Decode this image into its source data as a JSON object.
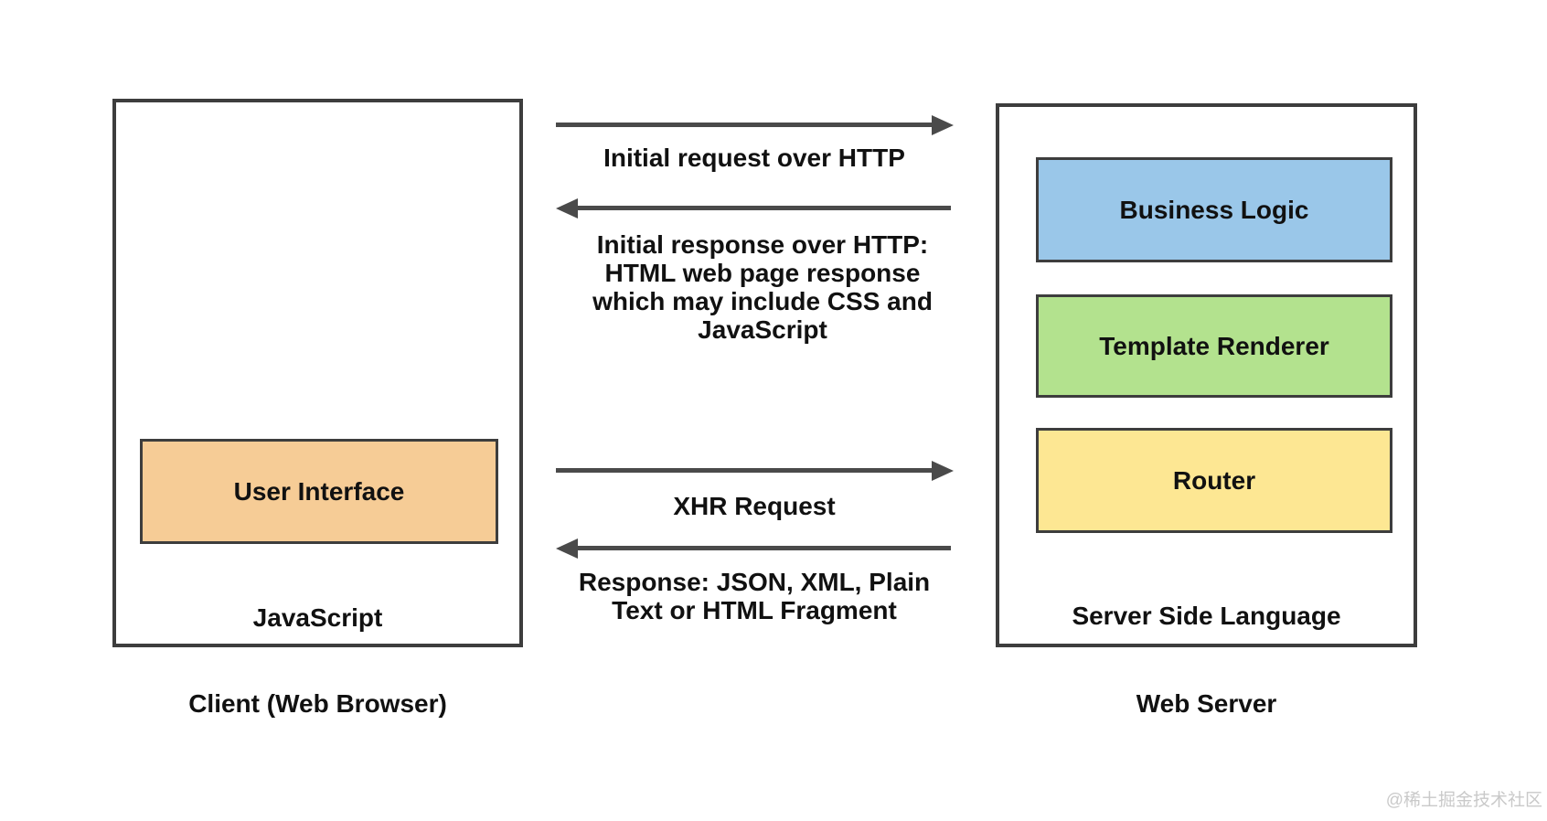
{
  "diagram": {
    "watermark": "@稀土掘金技术社区",
    "client": {
      "caption": "Client (Web Browser)",
      "runtime_label": "JavaScript",
      "components": [
        {
          "label": "User Interface",
          "color": "#F6CC96"
        }
      ]
    },
    "server": {
      "caption": "Web Server",
      "runtime_label": "Server Side Language",
      "components": [
        {
          "label": "Business Logic",
          "color": "#9AC7E9"
        },
        {
          "label": "Template Renderer",
          "color": "#B3E28E"
        },
        {
          "label": "Router",
          "color": "#FDE793"
        }
      ]
    },
    "flows": [
      {
        "direction": "right",
        "label": "Initial request over HTTP"
      },
      {
        "direction": "left",
        "label": "Initial response over HTTP:\nHTML web page response\nwhich may include CSS and\nJavaScript"
      },
      {
        "direction": "right",
        "label": "XHR Request"
      },
      {
        "direction": "left",
        "label": "Response: JSON, XML, Plain\nText or HTML Fragment"
      }
    ],
    "colors": {
      "arrow": "#4A4A4A",
      "box_border": "#3D3D3D",
      "text": "#111111",
      "watermark_text": "#C9C9C9"
    }
  }
}
